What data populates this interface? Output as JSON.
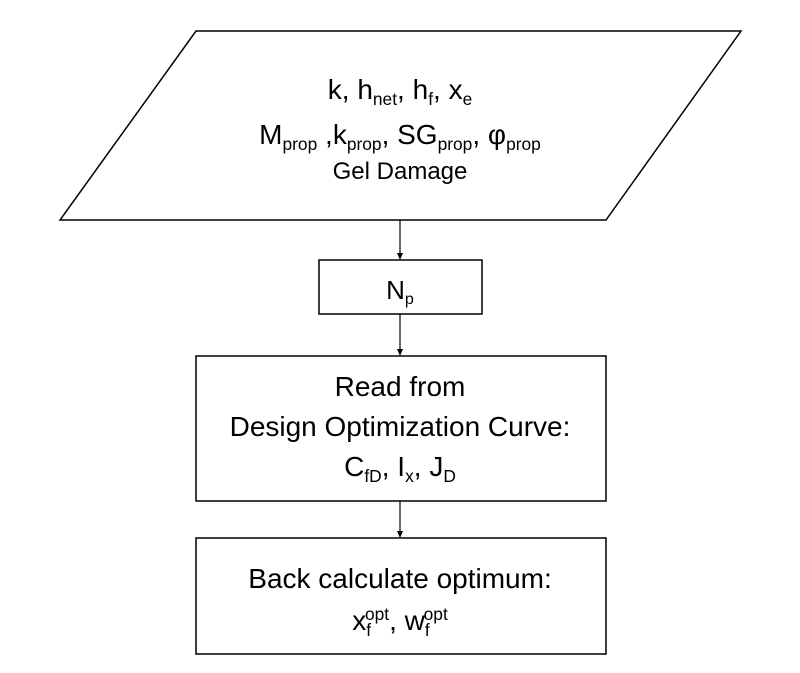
{
  "inputs": {
    "line1": {
      "k": "k, ",
      "h": "h",
      "h_sub": "net",
      "sep1": ", ",
      "hf": "h",
      "hf_sub": "f",
      "sep2": ", ",
      "x": "x",
      "x_sub": "e"
    },
    "line2": {
      "M": "M",
      "M_sub": "prop",
      "sep1": " ,",
      "k": "k",
      "k_sub": "prop",
      "sep2": ", ",
      "SG": "SG",
      "SG_sub": "prop",
      "sep3": ", ",
      "phi": "φ",
      "phi_sub": "prop"
    },
    "line3": "Gel Damage"
  },
  "np": {
    "N": "N",
    "N_sub": "p"
  },
  "read": {
    "line1": "Read from",
    "line2": "Design Optimization Curve:",
    "line3": {
      "C": "C",
      "C_sub": "fD",
      "sep1": ", ",
      "I": "I",
      "I_sub": "x",
      "sep2": ", ",
      "J": "J",
      "J_sub": "D"
    }
  },
  "back": {
    "line1": "Back calculate optimum:",
    "line2": {
      "x": "x",
      "x_sub": "f",
      "x_sup": "opt",
      "sep": ", ",
      "w": "w",
      "w_sub": "f",
      "w_sup": "opt"
    }
  }
}
